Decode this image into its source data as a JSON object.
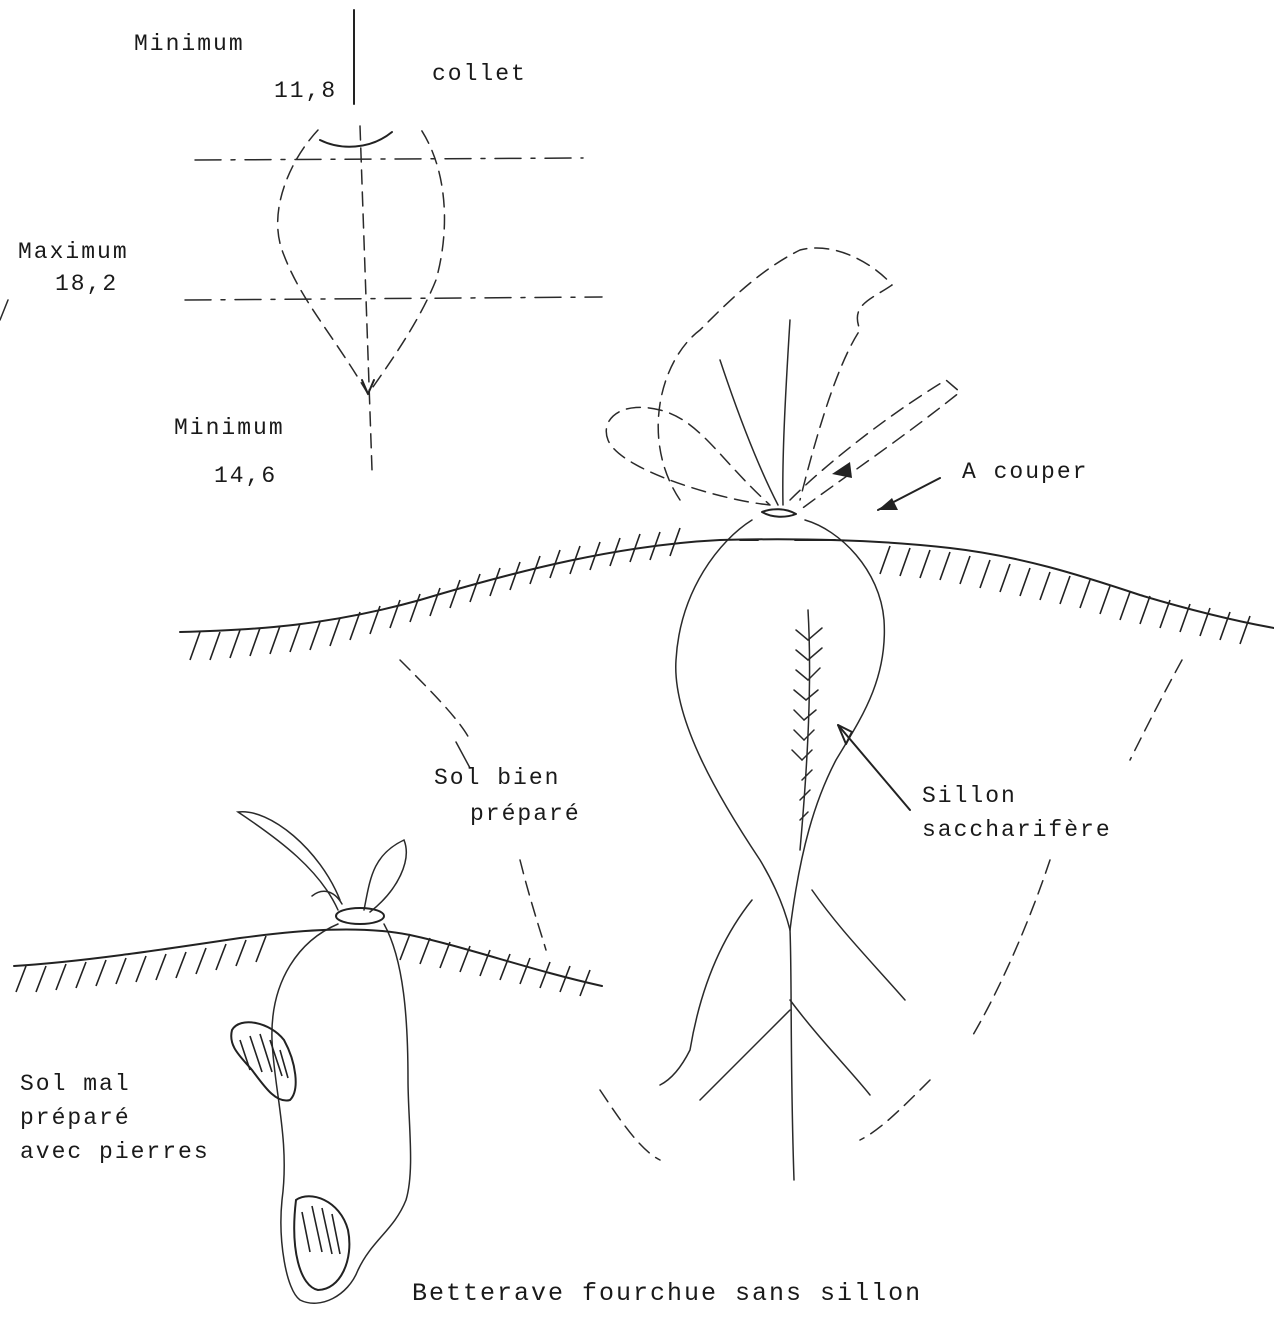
{
  "labels": {
    "minimum_top": "Minimum",
    "collet_value": "11,8",
    "collet": "collet",
    "maximum": "Maximum",
    "maximum_value": "18,2",
    "minimum_bottom": "Minimum",
    "minimum_bottom_value": "14,6",
    "a_couper": "A couper",
    "sol_bien_line1": "Sol bien",
    "sol_bien_line2": "préparé",
    "sillon_line1": "Sillon",
    "sillon_line2": "saccharifère",
    "sol_mal_line1": "Sol mal",
    "sol_mal_line2": "préparé",
    "sol_mal_line3": "avec pierres",
    "caption": "Betterave fourchue sans sillon"
  }
}
